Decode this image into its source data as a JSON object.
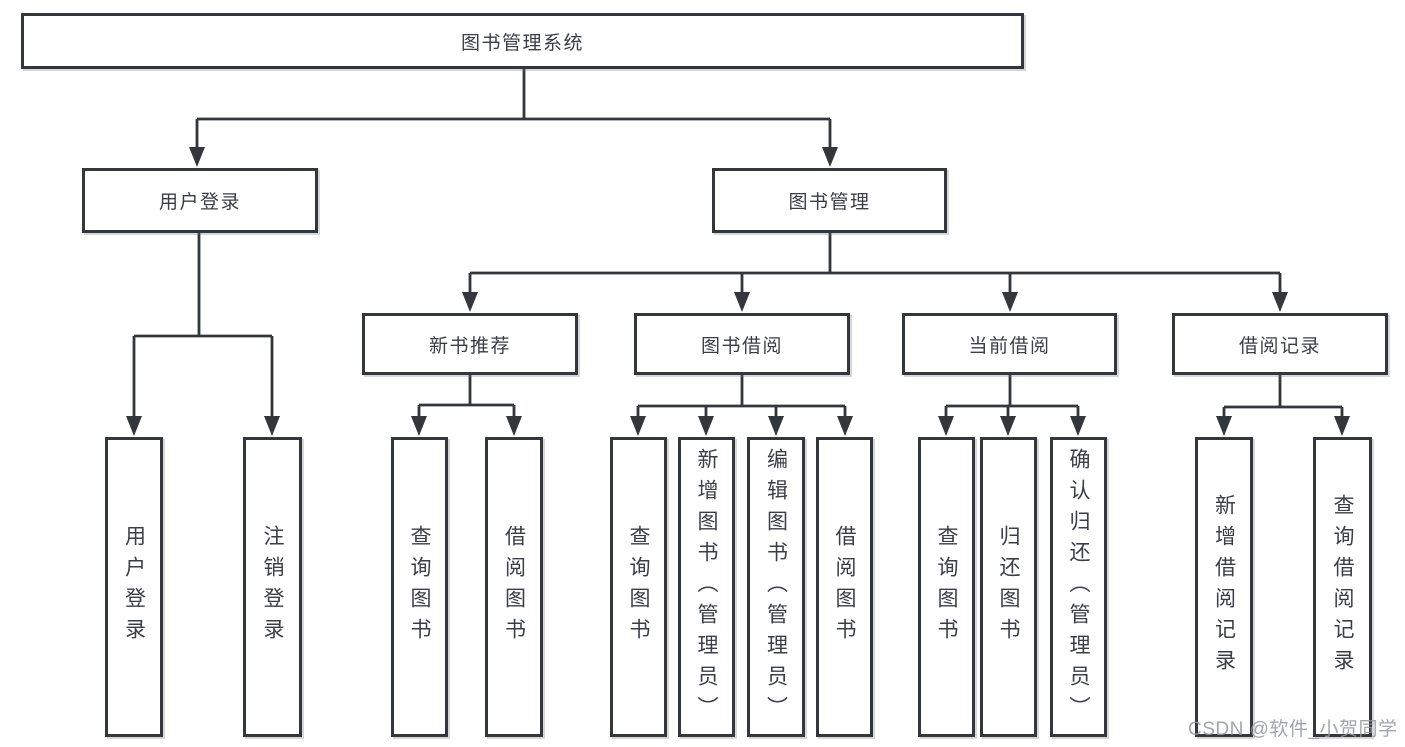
{
  "diagram": {
    "root": {
      "label": "图书管理系统"
    },
    "user_login": {
      "label": "用户登录",
      "children": [
        {
          "label": "用户登录"
        },
        {
          "label": "注销登录"
        }
      ]
    },
    "book_management": {
      "label": "图书管理",
      "sections": [
        {
          "label": "新书推荐",
          "children": [
            {
              "label": "查询图书"
            },
            {
              "label": "借阅图书"
            }
          ]
        },
        {
          "label": "图书借阅",
          "children": [
            {
              "label": "查询图书"
            },
            {
              "label": "新增图书（管理员）"
            },
            {
              "label": "编辑图书（管理员）"
            },
            {
              "label": "借阅图书"
            }
          ]
        },
        {
          "label": "当前借阅",
          "children": [
            {
              "label": "查询图书"
            },
            {
              "label": "归还图书"
            },
            {
              "label": "确认归还（管理员）"
            }
          ]
        },
        {
          "label": "借阅记录",
          "children": [
            {
              "label": "新增借阅记录"
            },
            {
              "label": "查询借阅记录"
            }
          ]
        }
      ]
    },
    "watermark": "CSDN @软件_小贺同学",
    "colors": {
      "line": "#33363b",
      "text": "#3a3e45",
      "background": "#ffffff",
      "watermark": "#9498a0"
    }
  }
}
